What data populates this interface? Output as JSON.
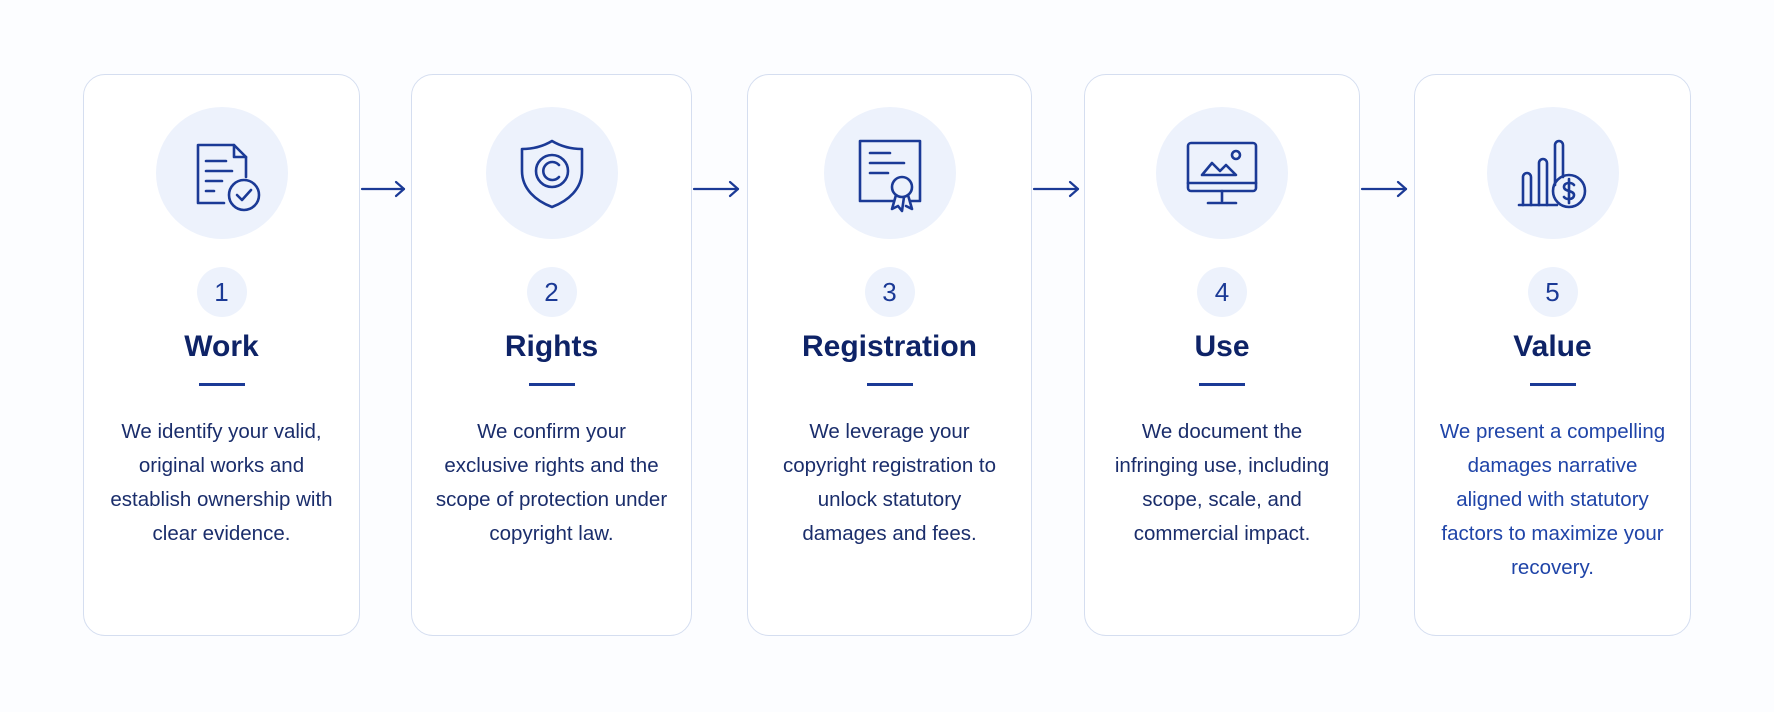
{
  "colors": {
    "navy": "#0e2367",
    "accent": "#1b3a96",
    "icon_bg": "#edf2fc",
    "card_border": "#d5def0"
  },
  "steps": [
    {
      "number": "1",
      "title": "Work",
      "icon": "document-check-icon",
      "description": "We identify your valid, original works and establish ownership with clear evidence."
    },
    {
      "number": "2",
      "title": "Rights",
      "icon": "copyright-shield-icon",
      "description": "We confirm your exclusive rights and the scope of protection under copyright law."
    },
    {
      "number": "3",
      "title": "Registration",
      "icon": "certificate-icon",
      "description": "We leverage your copyright registration to unlock statutory damages and fees."
    },
    {
      "number": "4",
      "title": "Use",
      "icon": "monitor-image-icon",
      "description": "We document the infringing use, including scope, scale, and commercial impact."
    },
    {
      "number": "5",
      "title": "Value",
      "icon": "chart-dollar-icon",
      "description": "We present a compelling damages narrative aligned with statutory factors to maximize your recovery."
    }
  ]
}
